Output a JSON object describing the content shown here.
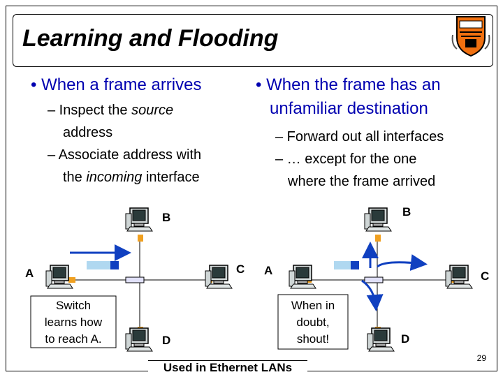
{
  "title": "Learning and Flooding",
  "left": {
    "bullet": "• When a frame arrives",
    "sub1_pre": "– Inspect the ",
    "sub1_em": "source",
    "sub1_line2": "address",
    "sub2": "– Associate address with",
    "sub2_line2_pre": "the ",
    "sub2_em": "incoming",
    "sub2_line2_post": " interface"
  },
  "right": {
    "bullet_line1": "• When the frame has an",
    "bullet_line2": "unfamiliar destination",
    "sub1": "– Forward out all interfaces",
    "sub2": "– … except for the one",
    "sub2_line2": "where the frame arrived"
  },
  "diagram_left": {
    "label_a": "A",
    "label_b": "B",
    "label_c": "C",
    "label_d": "D",
    "note": [
      "Switch",
      "learns how",
      "to reach A."
    ]
  },
  "diagram_right": {
    "label_a": "A",
    "label_b": "B",
    "label_c": "C",
    "label_d": "D",
    "note": [
      "When in",
      "doubt,",
      "shout!"
    ]
  },
  "footer": "Used in Ethernet LANs",
  "slide_number": "29",
  "colors": {
    "bullet": "#0000b0",
    "arrow": "#1040c0",
    "cable": "#f0a020",
    "switch": "#e0e0f8"
  }
}
